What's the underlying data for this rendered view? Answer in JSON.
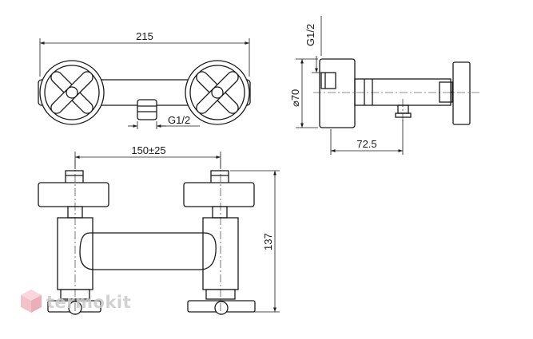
{
  "dimensions": {
    "top_width": "215",
    "top_thread": "G1/2",
    "side_thread": "G1/2",
    "side_diameter": "⌀70",
    "side_depth": "72.5",
    "center_distance": "150±25",
    "height": "137"
  },
  "watermark": {
    "brand": "termokit",
    "icon": "hexagon-cube-icon"
  },
  "colors": {
    "line": "#1a1a1a",
    "watermark": "#c9c9c9",
    "watermark_accent": "#f2b8c0"
  }
}
